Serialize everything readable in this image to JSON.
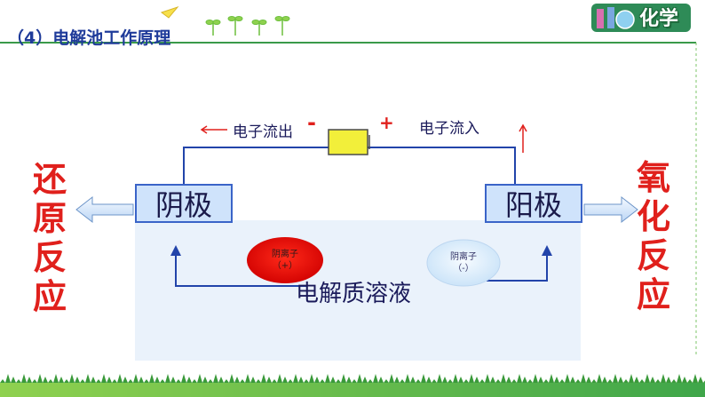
{
  "header": {
    "title": "（4）电解池工作原理",
    "brand": "化学"
  },
  "labels": {
    "electron_out": "电子流出",
    "minus_sign": "-",
    "plus_sign": "+",
    "electron_in": "电子流入",
    "cathode": "阴极",
    "anode": "阳极",
    "reduction": [
      "还",
      "原",
      "反",
      "应"
    ],
    "oxidation": [
      "氧",
      "化",
      "反",
      "应"
    ],
    "electrolyte": "电解质溶液",
    "cation_name": "阴离子",
    "cation_charge": "（+）",
    "anion_name": "阴离子",
    "anion_charge": "（-）"
  },
  "colors": {
    "accent_red": "#e0201c",
    "wire_blue": "#2244aa",
    "header_green": "#2e8b57",
    "solution_bg": "#eaf2fb",
    "battery_yellow": "#f2ef3a"
  }
}
